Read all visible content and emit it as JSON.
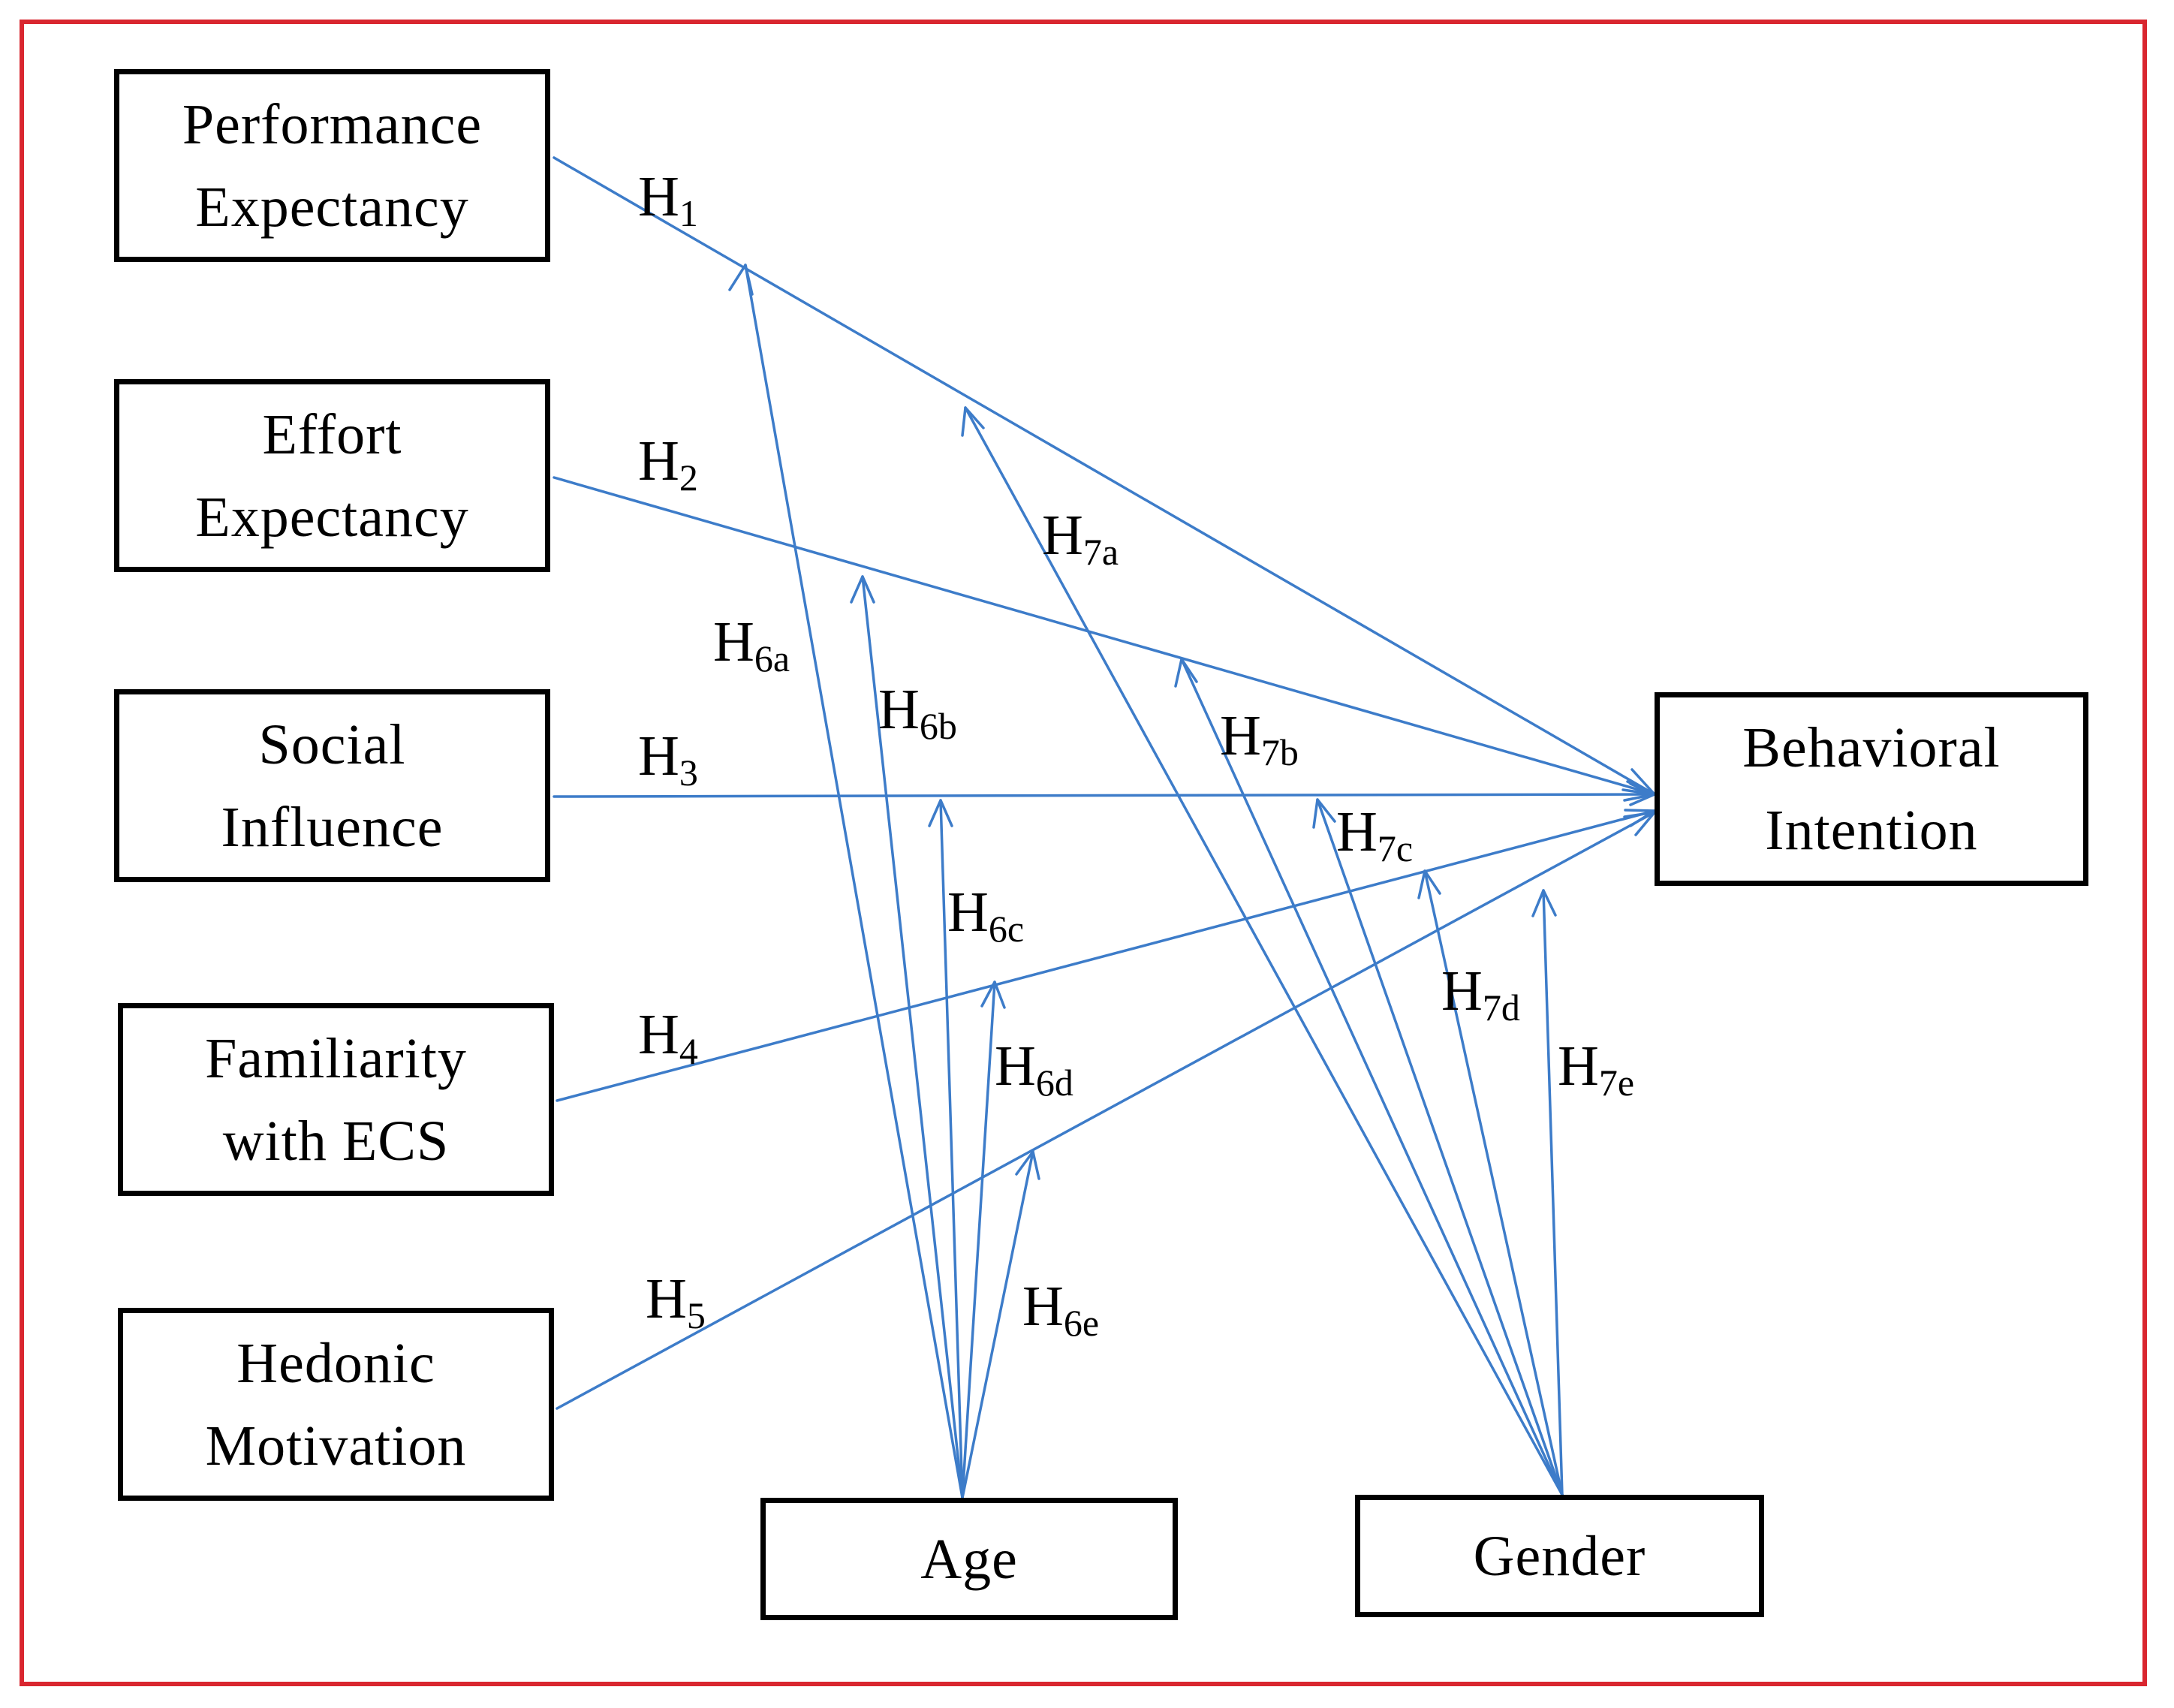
{
  "nodes": {
    "performance_expectancy": [
      "Performance",
      "Expectancy"
    ],
    "effort_expectancy": [
      "Effort",
      "Expectancy"
    ],
    "social_influence": [
      "Social",
      "Influence"
    ],
    "familiarity": [
      "Familiarity",
      "with ECS"
    ],
    "hedonic_motivation": [
      "Hedonic",
      "Motivation"
    ],
    "behavioral_intention": [
      "Behavioral",
      "Intention"
    ],
    "age": "Age",
    "gender": "Gender"
  },
  "hypotheses": {
    "h1": {
      "base": "H",
      "sub": "1"
    },
    "h2": {
      "base": "H",
      "sub": "2"
    },
    "h3": {
      "base": "H",
      "sub": "3"
    },
    "h4": {
      "base": "H",
      "sub": "4"
    },
    "h5": {
      "base": "H",
      "sub": "5"
    },
    "h6a": {
      "base": "H",
      "sub": "6a"
    },
    "h6b": {
      "base": "H",
      "sub": "6b"
    },
    "h6c": {
      "base": "H",
      "sub": "6c"
    },
    "h6d": {
      "base": "H",
      "sub": "6d"
    },
    "h6e": {
      "base": "H",
      "sub": "6e"
    },
    "h7a": {
      "base": "H",
      "sub": "7a"
    },
    "h7b": {
      "base": "H",
      "sub": "7b"
    },
    "h7c": {
      "base": "H",
      "sub": "7c"
    },
    "h7d": {
      "base": "H",
      "sub": "7d"
    },
    "h7e": {
      "base": "H",
      "sub": "7e"
    }
  },
  "colors": {
    "arrow": "#3d7cc9",
    "frame": "#d9262f",
    "box_border": "#000000"
  }
}
